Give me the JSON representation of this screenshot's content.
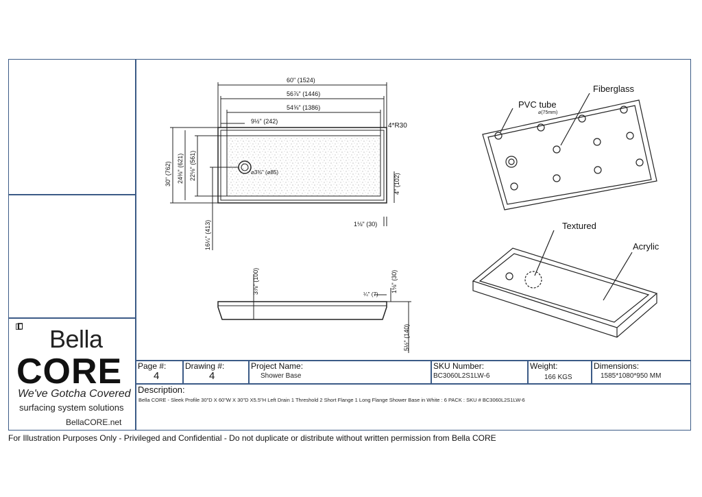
{
  "title_block": {
    "page_label": "Page #:",
    "page_value": "4",
    "drawing_label": "Drawing #:",
    "drawing_value": "4",
    "project_label": "Project Name:",
    "project_value": "Shower Base",
    "sku_label": "SKU Number:",
    "sku_value": "BC3060L2S1LW-6",
    "weight_label": "Weight:",
    "weight_value": "166 KGS",
    "dimensions_label": "Dimensions:",
    "dimensions_value": "1585*1080*950 MM",
    "description_label": "Description:",
    "description_value": "Bella CORE - Sleek Profile 30\"D X 60\"W X 30\"D X5.5\"H Left Drain 1 Threshold 2 Short Flange 1 Long Flange Shower Base in White : 6 PACK : SKU # BC3060L2S1LW-6"
  },
  "brand": {
    "name_top": "Bella",
    "name_bottom": "CORE",
    "tagline": "We've Gotcha Covered",
    "subline": "surfacing system solutions",
    "website": "BellaCORE.net"
  },
  "footer": {
    "text": "For Illustration Purposes Only - Privileged and Confidential - Do not duplicate or distribute without written permission from Bella CORE"
  },
  "drawing": {
    "dim_60": "60\" (1524)",
    "dim_56": "56⅞\" (1446)",
    "dim_54": "54⅝\" (1386)",
    "dim_9": "9½\" (242)",
    "dim_r30": "4*R30",
    "dim_30": "30\" (762)",
    "dim_24": "24⅜\" (621)",
    "dim_22": "22⅛\" (561)",
    "dim_drain": "⌀3⅜\" (⌀85)",
    "dim_4": "4\" (102)",
    "dim_1a": "1⅛\" (30)",
    "dim_16": "16¼\" (413)",
    "dim_3": "3⅞\" (100)",
    "dim_1b": "1⅛\" (30)",
    "dim_quarter": "¼\" (7)",
    "dim_5": "5½\" (140)",
    "label_pvc": "PVC tube",
    "label_pvc_sub": "⌀(75mm)",
    "label_fiberglass": "Fiberglass",
    "label_textured": "Textured",
    "label_acrylic": "Acrylic"
  }
}
